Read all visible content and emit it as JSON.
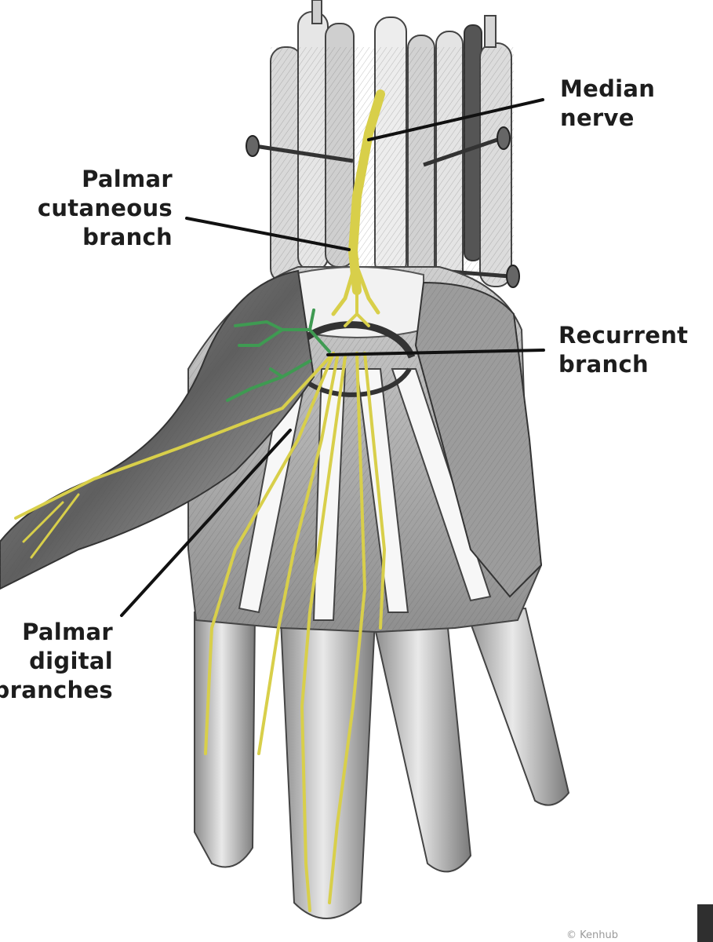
{
  "labels": {
    "median": "Median\nnerve",
    "palmar_cutaneous": "Palmar\ncutaneous\nbranch",
    "recurrent": "Recurrent\nbranch",
    "palmar_digital": "Palmar\ndigital\nbranches"
  },
  "credit": "© Kenhub",
  "colors": {
    "nerve": "#d8cf4a",
    "recurrent_branch": "#3f9a52",
    "leader_line": "#111111",
    "skin_light": "#eeeeee",
    "skin_dark": "#6e6e6e"
  }
}
